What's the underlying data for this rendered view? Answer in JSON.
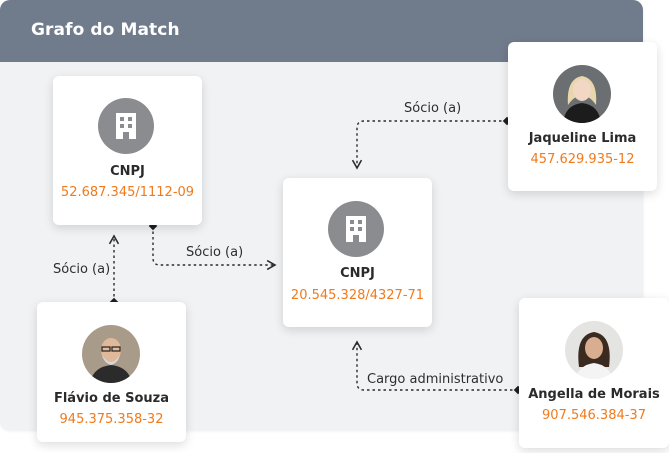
{
  "header": {
    "title": "Grafo do Match"
  },
  "nodes": {
    "company_1": {
      "title": "CNPJ",
      "id": "52.687.345/1112-09"
    },
    "company_2": {
      "title": "CNPJ",
      "id": "20.545.328/4327-71"
    },
    "person_jaqueline": {
      "name": "Jaqueline Lima",
      "id": "457.629.935-12"
    },
    "person_flavio": {
      "name": "Flávio de Souza",
      "id": "945.375.358-32"
    },
    "person_angella": {
      "name": "Angella de Morais",
      "id": "907.546.384-37"
    }
  },
  "edges": {
    "jaqueline_to_company2": "Sócio (a)",
    "company1_to_company2": "Sócio (a)",
    "flavio_to_company1": "Sócio (a)",
    "angella_to_company2": "Cargo administrativo"
  },
  "colors": {
    "header": "#707b8c",
    "panel": "#f1f2f4",
    "accent": "#f07a1c",
    "icon_circle": "#8a8c90"
  },
  "icons": {
    "company": "building-icon",
    "person": "avatar"
  }
}
